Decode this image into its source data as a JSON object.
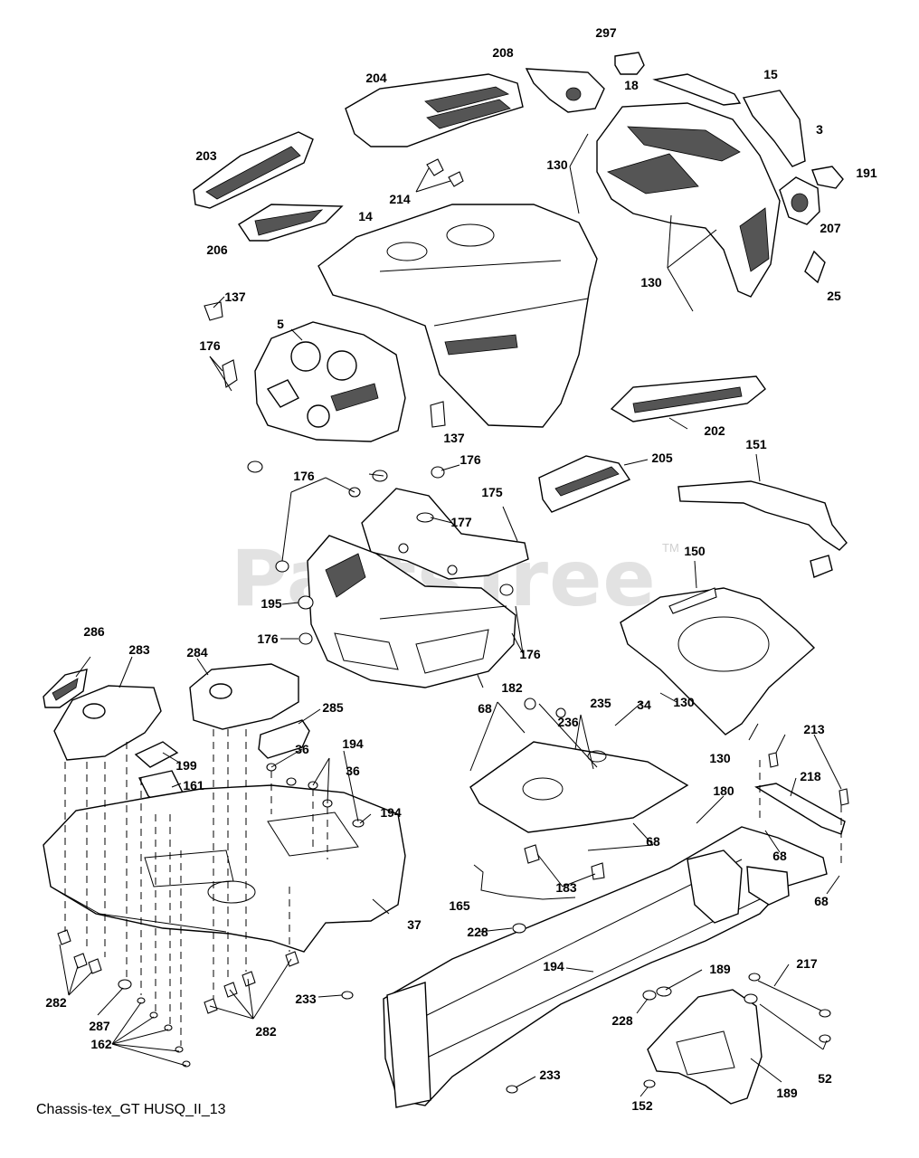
{
  "watermark": "PartsTree",
  "trademark": "TM",
  "caption": "Chassis-tex_GT HUSQ_II_13",
  "part_labels": [
    "297",
    "208",
    "204",
    "15",
    "18",
    "3",
    "130",
    "203",
    "214",
    "191",
    "207",
    "14",
    "206",
    "130",
    "25",
    "137",
    "5",
    "176",
    "202",
    "137",
    "176",
    "205",
    "151",
    "176",
    "175",
    "177",
    "150",
    "195",
    "176",
    "176",
    "182",
    "286",
    "283",
    "284",
    "285",
    "130",
    "235",
    "68",
    "34",
    "236",
    "36",
    "194",
    "199",
    "36",
    "161",
    "130",
    "213",
    "194",
    "180",
    "218",
    "68",
    "183",
    "68",
    "165",
    "228",
    "37",
    "68",
    "282",
    "194",
    "189",
    "217",
    "287",
    "233",
    "228",
    "282",
    "162",
    "233",
    "52",
    "152",
    "189"
  ]
}
